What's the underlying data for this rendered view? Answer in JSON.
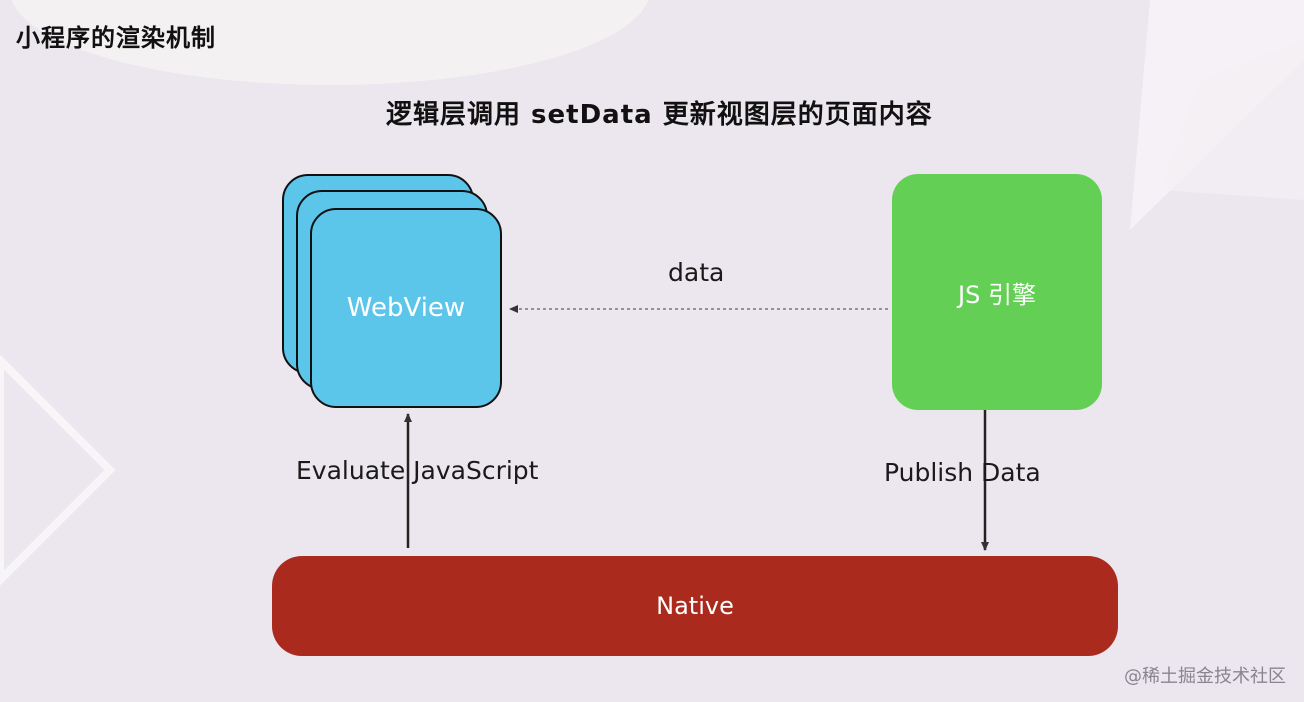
{
  "title": "小程序的渲染机制",
  "subtitle": "逻辑层调用 setData 更新视图层的页面内容",
  "nodes": {
    "webview": "WebView",
    "js_engine": "JS 引擎",
    "native": "Native"
  },
  "edges": {
    "data": "data",
    "evaluate": "Evaluate JavaScript",
    "publish": "Publish Data"
  },
  "watermark": "@稀土掘金技术社区",
  "colors": {
    "webview": "#5bc5ea",
    "js_engine": "#63cf55",
    "native": "#aa2a1e",
    "background": "#ece6ee"
  }
}
